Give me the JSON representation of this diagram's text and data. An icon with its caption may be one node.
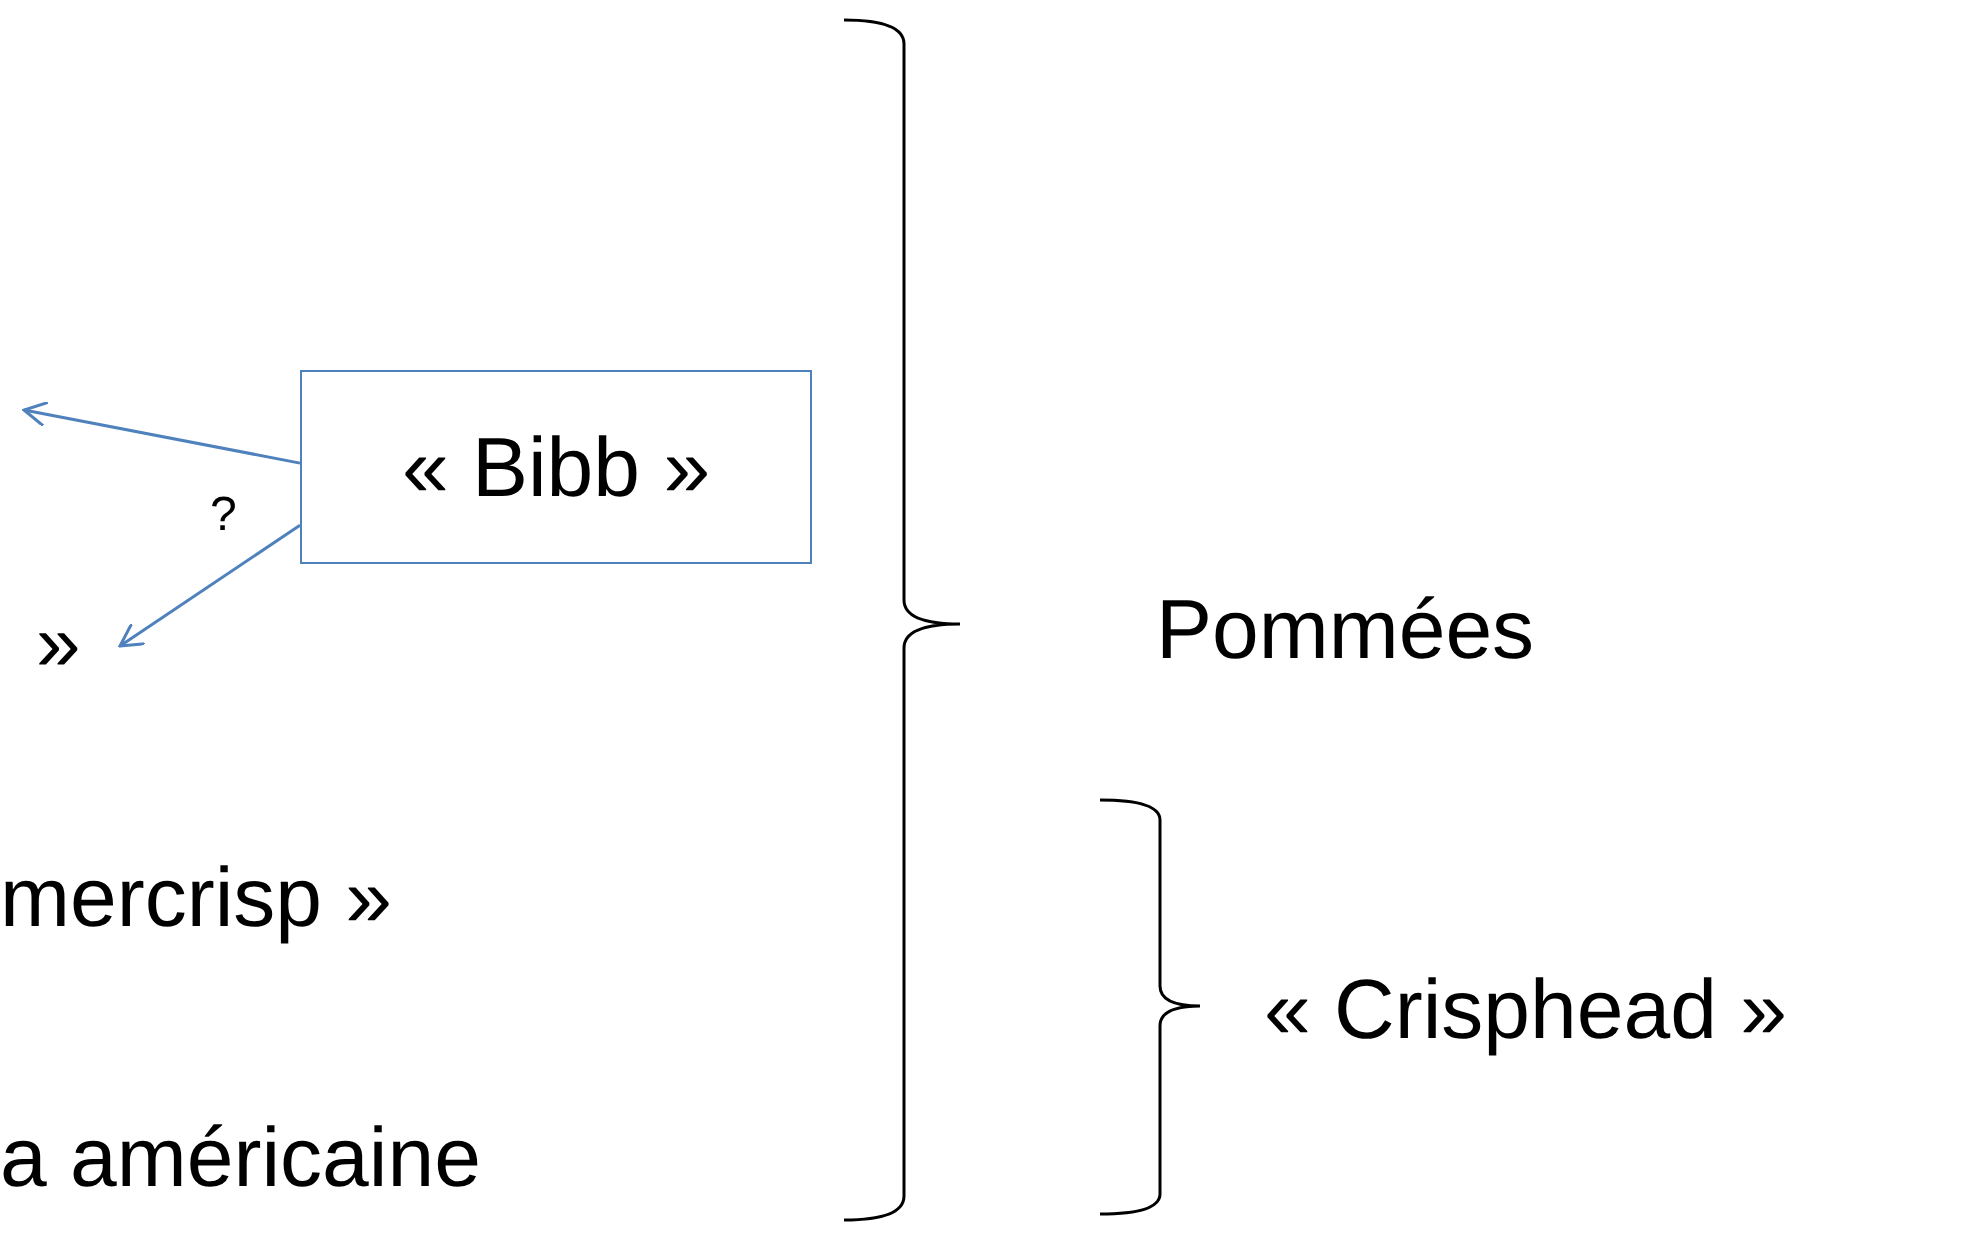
{
  "diagram": {
    "nodes": [
      {
        "text": [
          "« Bibb »"
        ]
      },
      {
        "text": [
          "»"
        ]
      }
    ],
    "edges": [
      {
        "from": 0,
        "to": null,
        "arrow": "to"
      },
      {
        "from": 0,
        "to": 1,
        "arrow": "to"
      }
    ],
    "labels": [
      "?",
      "Pommées",
      "mercrisp »",
      "« Crisphead »",
      "a américaine"
    ]
  }
}
